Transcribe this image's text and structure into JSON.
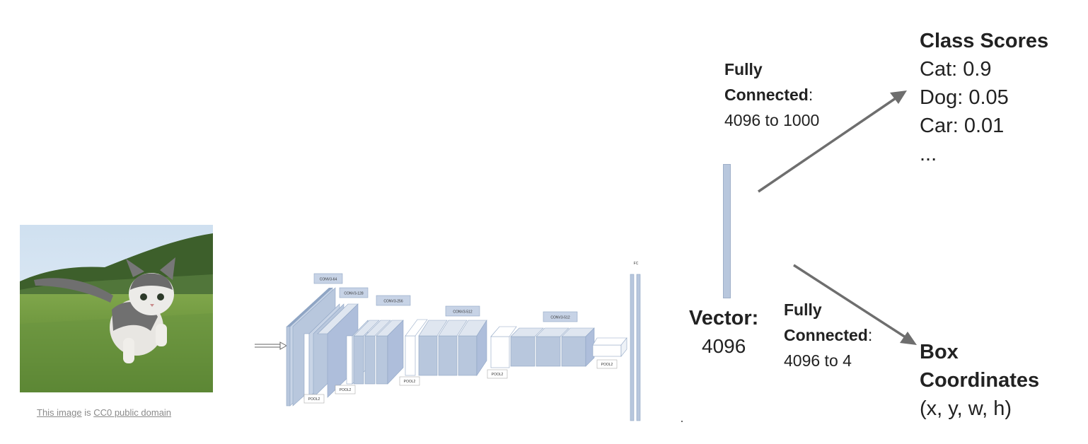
{
  "image_caption": {
    "part1": "This image",
    "part2": " is ",
    "part3": "CC0 public domain"
  },
  "cnn_labels": {
    "input_arrow": "⇒",
    "conv64": "CONV3-64",
    "conv128": "CONV3-128",
    "conv256": "CONV3-256",
    "conv512a": "CONV3-512",
    "conv512b": "CONV3-512",
    "pool": "POOL2",
    "fc": "FC"
  },
  "upper_head": {
    "line1": "Fully",
    "line2_bold": "Connected",
    "line2_rest": ":",
    "line3": "4096 to 1000"
  },
  "lower_head": {
    "line1": "Fully",
    "line2_bold": "Connected",
    "line2_rest": ":",
    "line3": "4096 to 4"
  },
  "vector": {
    "title": "Vector:",
    "size": "4096"
  },
  "class_scores": {
    "title": "Class Scores",
    "items": [
      "Cat: 0.9",
      "Dog: 0.05",
      "Car: 0.01",
      "..."
    ]
  },
  "box_coords": {
    "line1": "Box",
    "line2": "Coordinates",
    "line3": "(x, y, w, h)"
  },
  "colors": {
    "arrow": "#6e6e6e",
    "block": "#b8c7dd",
    "block_dark": "#8fa5c4",
    "label": "#c7d3e6"
  }
}
